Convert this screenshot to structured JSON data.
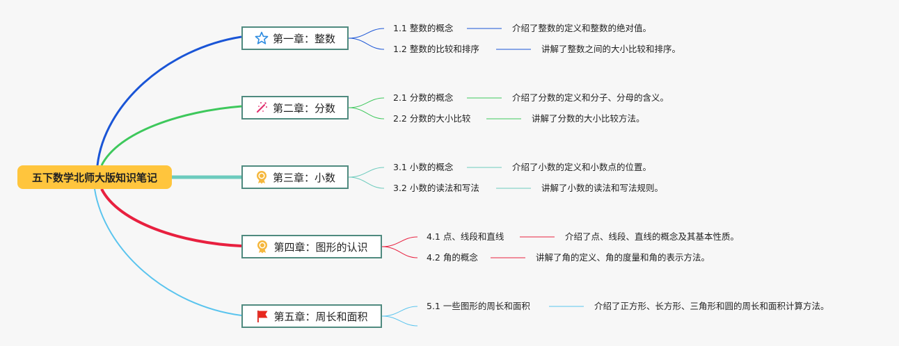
{
  "root": {
    "label": "五下数学北师大版知识笔记"
  },
  "chapters": [
    {
      "label": "第一章：整数",
      "icon": "star-icon",
      "color": "#1a55d6",
      "topics": [
        {
          "label": "1.1 整数的概念",
          "desc": "介绍了整数的定义和整数的绝对值。"
        },
        {
          "label": "1.2 整数的比较和排序",
          "desc": "讲解了整数之间的大小比较和排序。"
        }
      ]
    },
    {
      "label": "第二章：分数",
      "icon": "magic-wand-icon",
      "color": "#3ec85c",
      "topics": [
        {
          "label": "2.1 分数的概念",
          "desc": "介绍了分数的定义和分子、分母的含义。"
        },
        {
          "label": "2.2 分数的大小比较",
          "desc": "讲解了分数的大小比较方法。"
        }
      ]
    },
    {
      "label": "第三章：小数",
      "icon": "award-medal-icon",
      "color": "#6ccbbd",
      "topics": [
        {
          "label": "3.1 小数的概念",
          "desc": "介绍了小数的定义和小数点的位置。"
        },
        {
          "label": "3.2 小数的读法和写法",
          "desc": "讲解了小数的读法和写法规则。"
        }
      ]
    },
    {
      "label": "第四章：图形的认识",
      "icon": "award-medal-icon",
      "color": "#e8203f",
      "topics": [
        {
          "label": "4.1 点、线段和直线",
          "desc": "介绍了点、线段、直线的概念及其基本性质。"
        },
        {
          "label": "4.2 角的概念",
          "desc": "讲解了角的定义、角的度量和角的表示方法。"
        }
      ]
    },
    {
      "label": "第五章：周长和面积",
      "icon": "red-flag-icon",
      "color": "#5ac4ee",
      "topics": [
        {
          "label": "5.1 一些图形的周长和面积",
          "desc": "介绍了正方形、长方形、三角形和圆的周长和面积计算方法。"
        }
      ]
    }
  ]
}
